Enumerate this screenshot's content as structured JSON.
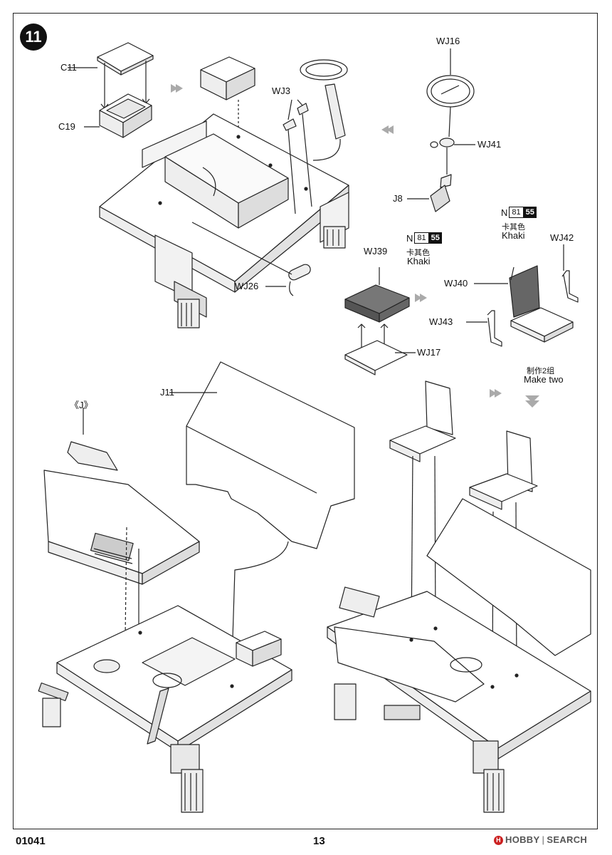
{
  "step": "11",
  "labels": {
    "c11": "C11",
    "c19": "C19",
    "wj3": "WJ3",
    "wj16": "WJ16",
    "wj41": "WJ41",
    "j8": "J8",
    "wj26": "WJ26",
    "wj39": "WJ39",
    "wj17": "WJ17",
    "wj40": "WJ40",
    "wj42": "WJ42",
    "wj43": "WJ43",
    "j11": "J11",
    "j_ref": "《J》"
  },
  "paint_a": {
    "prefix": "N",
    "num": "81",
    "code": "55",
    "zh": "卡其色",
    "en": "Khaki"
  },
  "paint_b": {
    "prefix": "N",
    "num": "81",
    "code": "55",
    "zh": "卡其色",
    "en": "Khaki"
  },
  "make_two": {
    "zh": "制作2组",
    "en": "Make two"
  },
  "footer": {
    "code": "01041",
    "page": "13",
    "brand_a": "HOBBY",
    "brand_b": "SEARCH",
    "brand_mark": "H"
  }
}
